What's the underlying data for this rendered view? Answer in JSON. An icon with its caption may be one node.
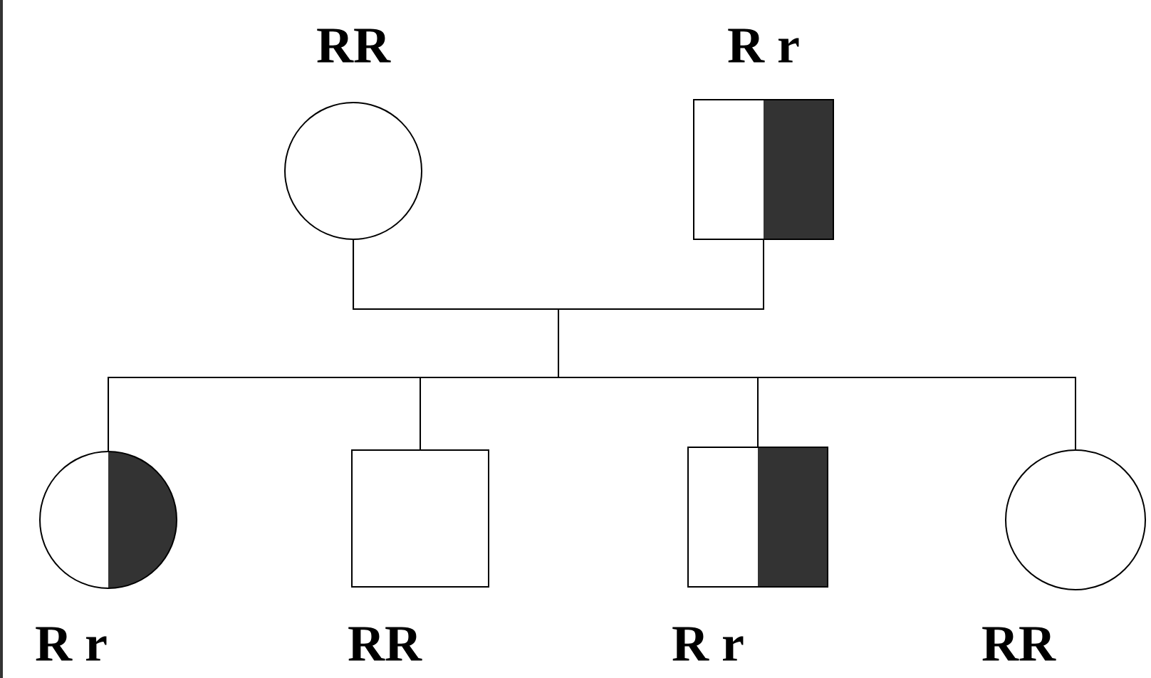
{
  "diagram": {
    "nodes": [
      {
        "text": [
          "RR"
        ]
      },
      {
        "text": [
          "R r"
        ]
      },
      {
        "text": [
          "R r"
        ]
      },
      {
        "text": [
          "RR"
        ]
      },
      {
        "text": [
          "R r"
        ]
      },
      {
        "text": [
          "RR"
        ]
      }
    ],
    "edges": [
      {
        "from": 0,
        "to": 2,
        "arrow": "none"
      },
      {
        "from": 0,
        "to": 3,
        "arrow": "none"
      },
      {
        "from": 0,
        "to": 4,
        "arrow": "none"
      },
      {
        "from": 0,
        "to": 5,
        "arrow": "none"
      },
      {
        "from": 1,
        "to": 2,
        "arrow": "none"
      },
      {
        "from": 1,
        "to": 3,
        "arrow": "none"
      },
      {
        "from": 1,
        "to": 4,
        "arrow": "none"
      },
      {
        "from": 1,
        "to": 5,
        "arrow": "none"
      }
    ]
  }
}
